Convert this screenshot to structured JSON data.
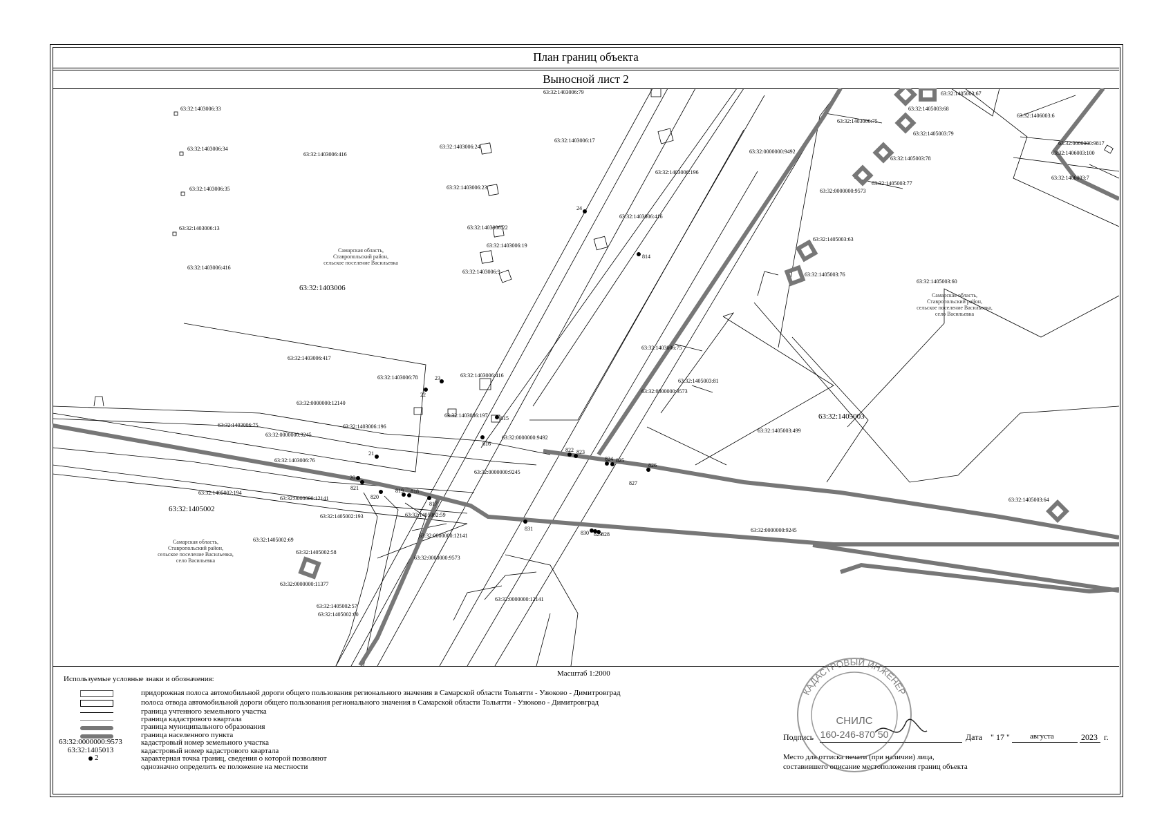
{
  "header": {
    "title": "План границ объекта",
    "subtitle": "Выносной лист 2"
  },
  "map": {
    "quarter_labels": [
      "63:32:1403006",
      "63:32:1405003",
      "63:32:1405002"
    ],
    "region_label_lines": [
      "Самарская область,",
      "Ставропольский район,",
      "сельское поселение Васильевка"
    ],
    "region_label_village_lines": [
      "Самарская область,",
      "Ставропольский район,",
      "сельское поселение Васильевка,",
      "село Васильевка"
    ],
    "parcels": [
      "63:32:1403006:33",
      "63:32:1403006:34",
      "63:32:1403006:35",
      "63:32:1403006:13",
      "63:32:1403006:416",
      "63:32:1403006:24",
      "63:32:1403006:23",
      "63:32:1403006:22",
      "63:32:1403006:19",
      "63:32:1403006:9",
      "63:32:1403006:79",
      "63:32:1403006:17",
      "63:32:1403006:196",
      "63:32:1403006:75",
      "63:32:0000000:9492",
      "63:32:0000000:9573",
      "63:32:1405003:67",
      "63:32:1405003:68",
      "63:32:1405003:79",
      "63:32:1405003:78",
      "63:32:1405003:77",
      "63:32:1405003:63",
      "63:32:1405003:76",
      "63:32:1405003:60",
      "63:32:1406003:6",
      "63:32:0000000:9817",
      "63:32:1406003:100",
      "63:32:1406003:7",
      "63:32:1403006:417",
      "63:32:1403006:78",
      "63:32:0000000:12140",
      "63:32:1403006:197",
      "63:32:1405003:81",
      "63:32:1405003:499",
      "63:32:0000000:9245",
      "63:32:1403006:76",
      "63:32:1405002:194",
      "63:32:0000000:12141",
      "63:32:1405002:193",
      "63:32:1405002:59",
      "63:32:1405002:69",
      "63:32:1405002:58",
      "63:32:0000000:11377",
      "63:32:1405002:57",
      "63:32:1405002:60",
      "63:32:1405003:64"
    ],
    "points": [
      "24",
      "814",
      "23",
      "22",
      "815",
      "816",
      "21",
      "20",
      "821",
      "820",
      "819",
      "818",
      "817",
      "822",
      "823",
      "824",
      "825",
      "826",
      "827",
      "831",
      "830",
      "829",
      "828"
    ]
  },
  "legend": {
    "scale": "Масштаб 1:2000",
    "title": "Используемые условные знаки и обозначения:",
    "items": [
      "придорожная полоса автомобильной дороги общего пользования регионального значения в Самарской области Тольятти - Узюково - Димитровград",
      "полоса отвода автомобильной дороги общего пользования регионального значения в Самарской области Тольятти - Узюково - Димитровград",
      "граница учтенного земельного участка",
      "граница кадастрового квартала",
      "граница муниципального образования",
      "граница населенного пункта",
      "кадастровый номер земельного участка",
      "кадастровый номер кадастрового квартала",
      "характерная точка границ, сведения о которой позволяют",
      "однозначно определить ее положение на местности"
    ],
    "sample_parcel": "63:32:0000000:9573",
    "sample_quarter": "63:32:1405013",
    "sample_point": "2"
  },
  "signature": {
    "sign_label": "Подпись",
    "date_label": "Дата",
    "day": "17",
    "month": "августа",
    "year": "2023",
    "year_suffix": "г.",
    "stamp_place_line1": "Место для оттиска печати (при наличии) лица,",
    "stamp_place_line2": "составившего описание местоположения границ объекта",
    "stamp_text_snils": "СНИЛС",
    "stamp_text_number": "160-246-870 50",
    "stamp_ring_text": "КАДАСТРОВЫЙ ИНЖЕНЕР"
  }
}
